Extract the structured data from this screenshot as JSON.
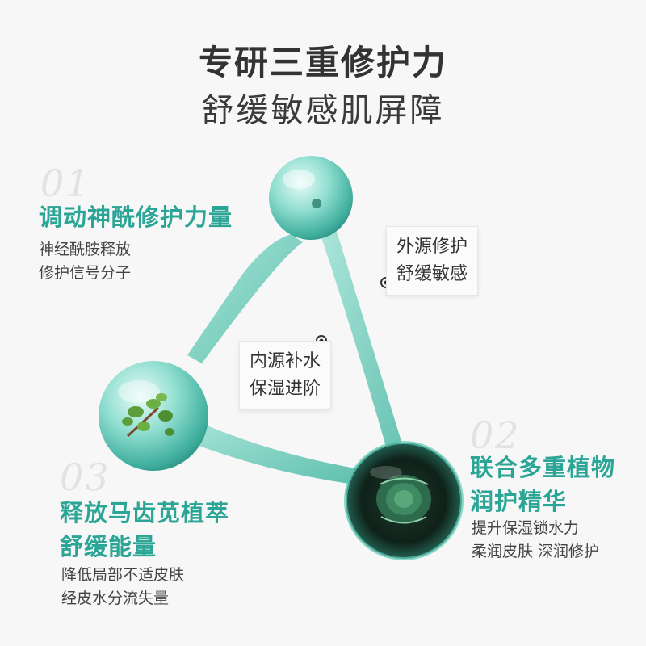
{
  "title": {
    "main": "专研三重修护力",
    "sub": "舒缓敏感肌屏障"
  },
  "features": [
    {
      "number": "01",
      "heading_lines": [
        "调动神酰修护力量"
      ],
      "desc_lines": [
        "神经酰胺释放",
        "修护信号分子"
      ]
    },
    {
      "number": "02",
      "heading_lines": [
        "联合多重植物",
        "润护精华"
      ],
      "desc_lines": [
        "提升保湿锁水力",
        "柔润皮肤 深润修护"
      ]
    },
    {
      "number": "03",
      "heading_lines": [
        "释放马齿苋植萃",
        "舒缓能量"
      ],
      "desc_lines": [
        "降低局部不适皮肤",
        "经皮水分流失量"
      ]
    }
  ],
  "callouts": [
    {
      "lines": [
        "外源修护",
        "舒缓敏感"
      ]
    },
    {
      "lines": [
        "内源补水",
        "保湿进阶"
      ]
    }
  ],
  "colors": {
    "accent": "#2aa596",
    "molecule": "#5fc9b6",
    "number_gray": "#e2e2e2"
  }
}
